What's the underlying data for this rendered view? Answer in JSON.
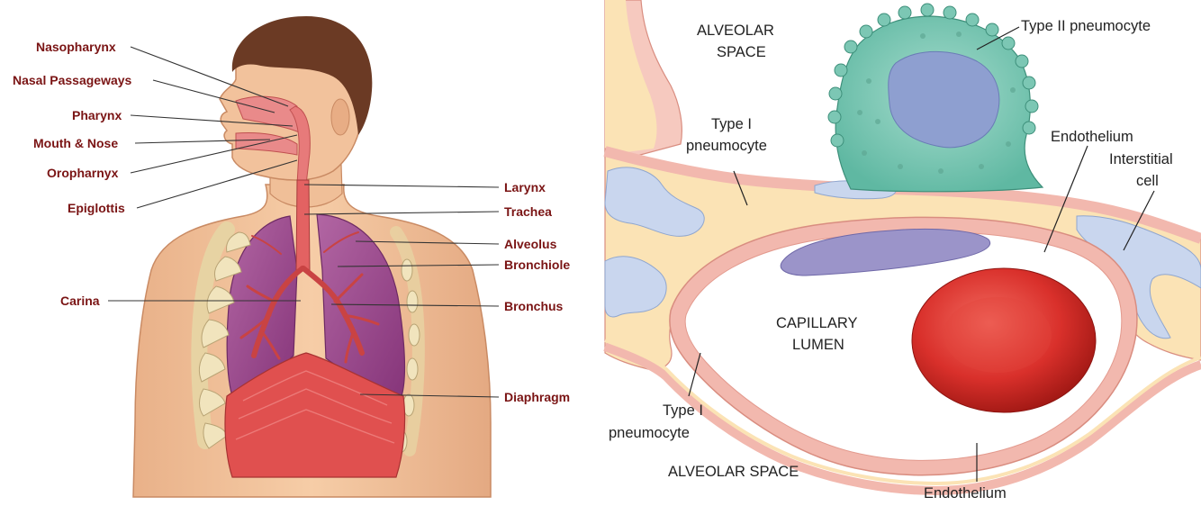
{
  "left_panel": {
    "labels": {
      "nasopharynx": "Nasopharynx",
      "nasal_passageways": "Nasal Passageways",
      "pharynx": "Pharynx",
      "mouth_nose": "Mouth & Nose",
      "oropharnyx": "Oropharnyx",
      "epiglottis": "Epiglottis",
      "carina": "Carina",
      "larynx": "Larynx",
      "trachea": "Trachea",
      "alveolus": "Alveolus",
      "bronchiole": "Bronchiole",
      "bronchus": "Bronchus",
      "diaphragm": "Diaphragm"
    },
    "colors": {
      "label_text": "#7a1414",
      "skin": "#f3c49c",
      "hair": "#6b3a24",
      "lung": "#9c4d8c",
      "diaphragm": "#e0504f",
      "rib": "#f1e4bd"
    }
  },
  "right_panel": {
    "labels": {
      "alveolar_space_top_1": "ALVEOLAR",
      "alveolar_space_top_2": "SPACE",
      "type2": "Type II pneumocyte",
      "type1_top_1": "Type I",
      "type1_top_2": "pneumocyte",
      "endothelium_top": "Endothelium",
      "interstitial_1": "Interstitial",
      "interstitial_2": "cell",
      "capillary_1": "CAPILLARY",
      "capillary_2": "LUMEN",
      "type1_bottom_1": "Type I",
      "type1_bottom_2": "pneumocyte",
      "alveolar_space_bottom": "ALVEOLAR SPACE",
      "endothelium_bottom": "Endothelium"
    },
    "colors": {
      "membrane": "#f2b8ae",
      "interstitium": "#fbe3b5",
      "blue_cell": "#c9d6ee",
      "endothelial_nucleus": "#9b94c9",
      "type2_cell": "#7cc7b4",
      "rbc": "#d9302b"
    }
  }
}
